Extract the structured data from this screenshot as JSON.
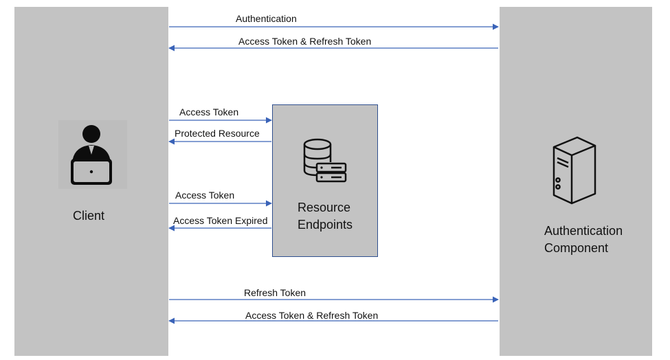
{
  "client": {
    "label": "Client",
    "icon": "user-at-laptop-icon"
  },
  "auth_component": {
    "line1": "Authentication",
    "line2": "Component",
    "icon": "server-tower-icon"
  },
  "resource": {
    "line1": "Resource",
    "line2": "Endpoints",
    "icon": "database-server-icon"
  },
  "arrows": {
    "authentication": "Authentication",
    "access_refresh_1": "Access Token & Refresh Token",
    "access_token_1": "Access Token",
    "protected_resource": "Protected Resource",
    "access_token_2": "Access Token",
    "access_token_expired": "Access Token Expired",
    "refresh_token": "Refresh Token",
    "access_refresh_2": "Access Token & Refresh Token"
  },
  "colors": {
    "panel": "#c3c3c3",
    "arrow": "#3a63b8",
    "box_border": "#2f4f8f"
  }
}
